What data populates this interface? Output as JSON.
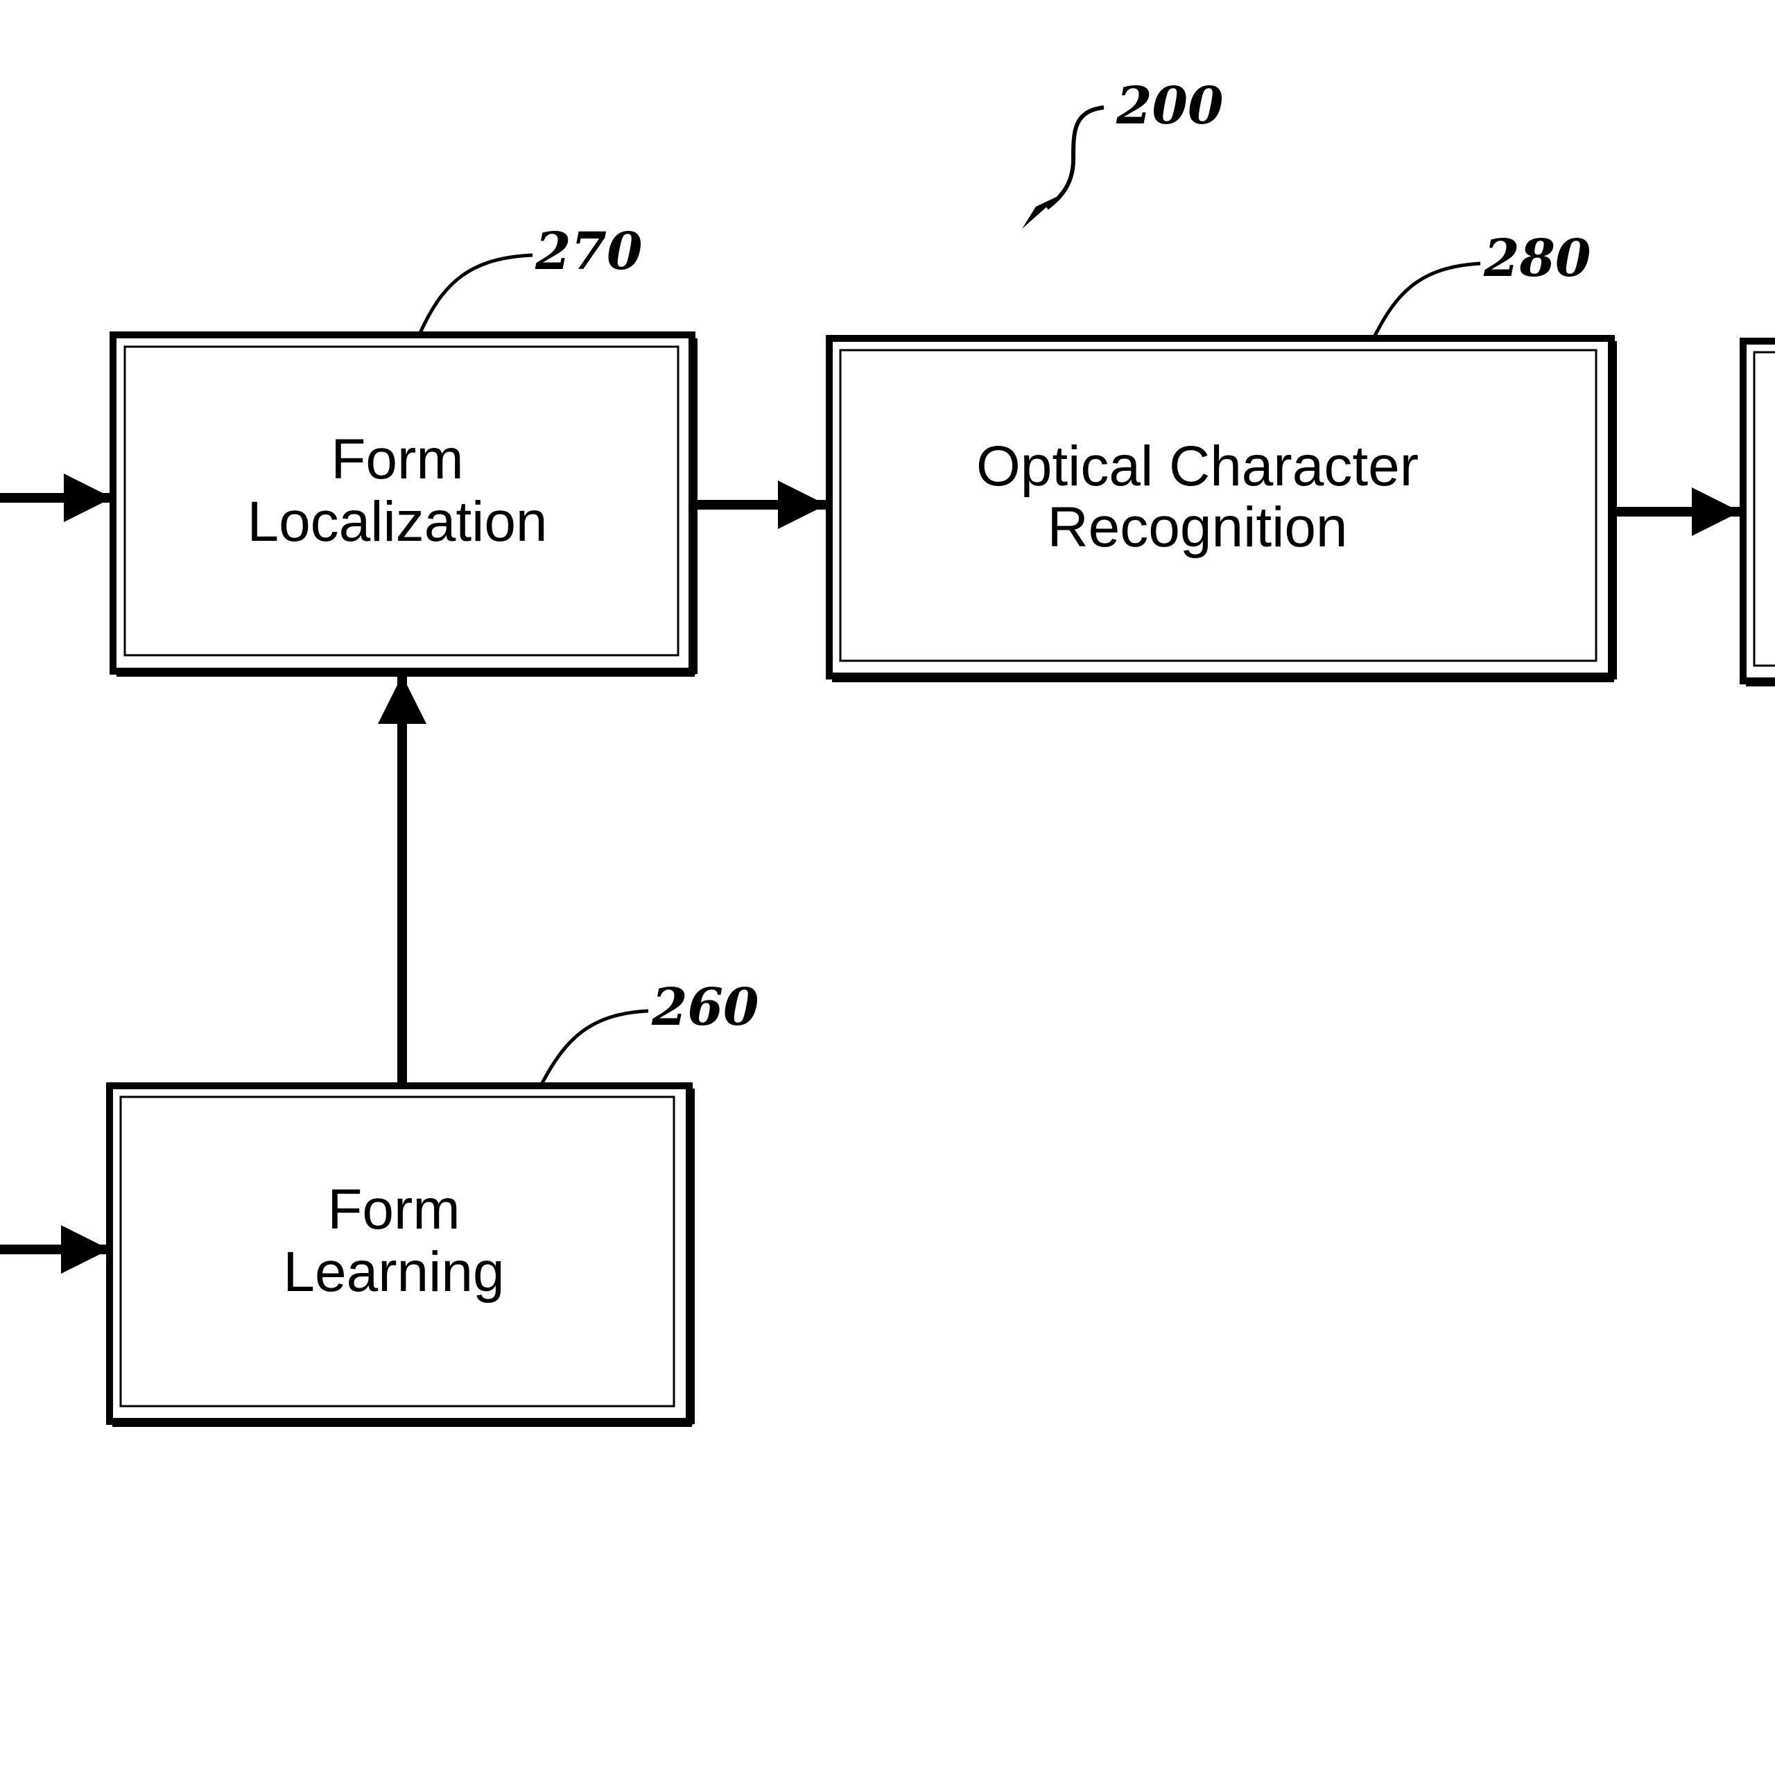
{
  "figure": {
    "ref": "200"
  },
  "blocks": {
    "form_localization": {
      "ref": "270",
      "line1": "Form",
      "line2": "Localization"
    },
    "ocr": {
      "ref": "280",
      "line1": "Optical Character",
      "line2": "Recognition"
    },
    "form_learning": {
      "ref": "260",
      "line1": "Form",
      "line2": "Learning"
    }
  },
  "colors": {
    "ink": "#000000",
    "background": "#ffffff"
  }
}
